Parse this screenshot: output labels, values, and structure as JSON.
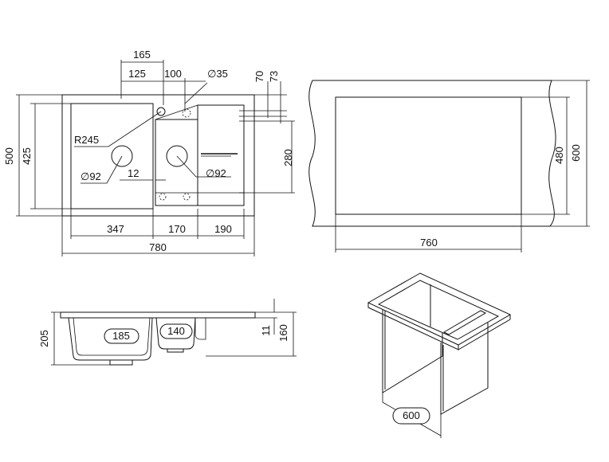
{
  "top_view": {
    "dim_165": "165",
    "dim_125": "125",
    "dim_100": "100",
    "dim_d35": "∅35",
    "dim_70": "70",
    "dim_73": "73",
    "dim_500": "500",
    "dim_425": "425",
    "dim_r245": "R245",
    "dim_d92_left": "∅92",
    "dim_12": "12",
    "dim_d92_right": "∅92",
    "dim_280": "280",
    "dim_347": "347",
    "dim_170": "170",
    "dim_190": "190",
    "dim_780": "780"
  },
  "cutout_view": {
    "dim_480": "480",
    "dim_600": "600",
    "dim_760": "760"
  },
  "side_view": {
    "dim_205": "205",
    "dim_185": "185",
    "dim_140": "140",
    "dim_11": "11",
    "dim_160": "160"
  },
  "iso_view": {
    "dim_600": "600"
  }
}
